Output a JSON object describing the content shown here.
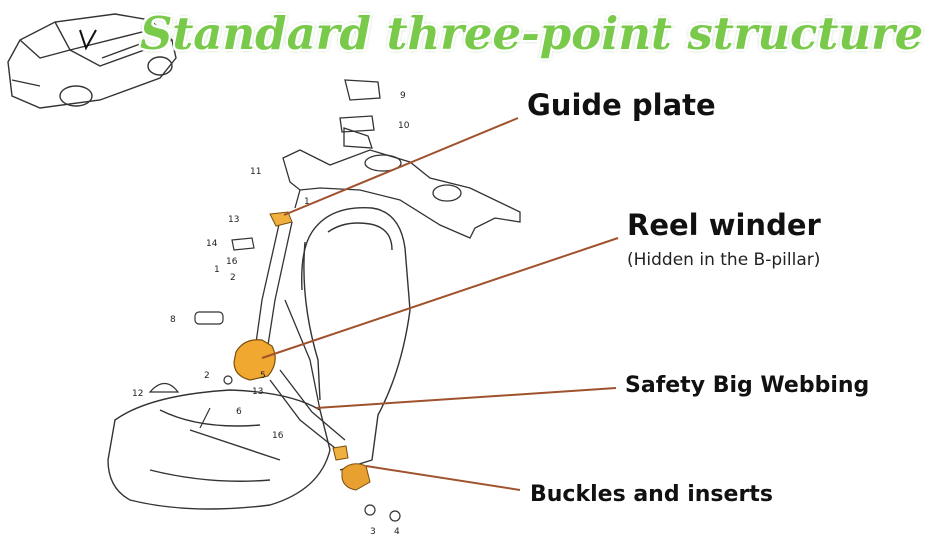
{
  "title": "Standard three-point structure",
  "callouts": {
    "guide_plate": "Guide plate",
    "reel_winder": "Reel winder",
    "reel_winder_note": "(Hidden in the B-pillar)",
    "webbing": "Safety Big Webbing",
    "buckles": "Buckles and inserts"
  },
  "part_numbers": [
    "9",
    "10",
    "11",
    "13",
    "14",
    "16",
    "1",
    "2",
    "8",
    "12",
    "2",
    "5",
    "6",
    "16",
    "3",
    "4",
    "13",
    "1"
  ],
  "colors": {
    "title_green": "#79c94a",
    "leader_brown": "#a0522d",
    "highlight_orange": "#f0a830",
    "line_art": "#333333"
  },
  "icons": [
    "car-thumbnail-icon"
  ]
}
